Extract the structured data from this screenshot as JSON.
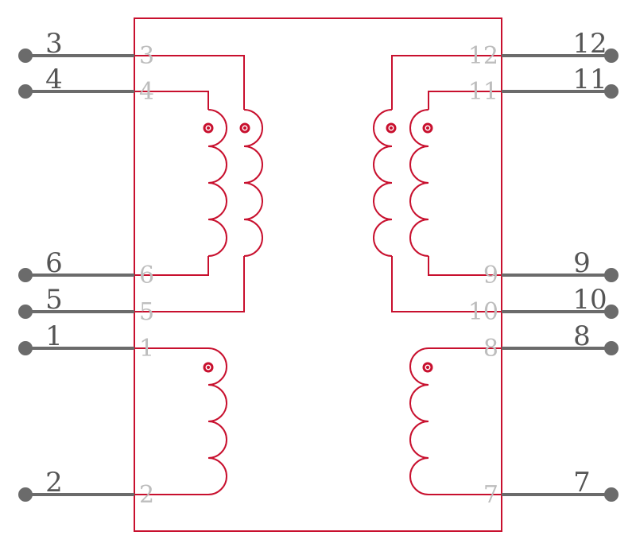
{
  "colors": {
    "body": "#c8102e",
    "pin": "#6b6b6b",
    "label": "#555555",
    "pin_number": "#bdbdbd"
  },
  "pins": [
    {
      "id": "p3",
      "side": "left",
      "label": "3",
      "number": "3"
    },
    {
      "id": "p4",
      "side": "left",
      "label": "4",
      "number": "4"
    },
    {
      "id": "p6",
      "side": "left",
      "label": "6",
      "number": "6"
    },
    {
      "id": "p5",
      "side": "left",
      "label": "5",
      "number": "5"
    },
    {
      "id": "p1",
      "side": "left",
      "label": "1",
      "number": "1"
    },
    {
      "id": "p2",
      "side": "left",
      "label": "2",
      "number": "2"
    },
    {
      "id": "p12",
      "side": "right",
      "label": "12",
      "number": "12"
    },
    {
      "id": "p11",
      "side": "right",
      "label": "11",
      "number": "11"
    },
    {
      "id": "p9",
      "side": "right",
      "label": "9",
      "number": "9"
    },
    {
      "id": "p10",
      "side": "right",
      "label": "10",
      "number": "10"
    },
    {
      "id": "p8",
      "side": "right",
      "label": "8",
      "number": "8"
    },
    {
      "id": "p7",
      "side": "right",
      "label": "7",
      "number": "7"
    }
  ]
}
